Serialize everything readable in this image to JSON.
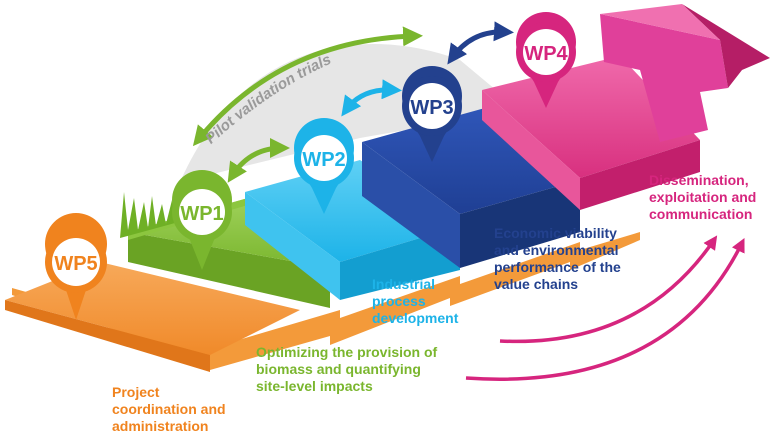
{
  "arc_label": "Pilot validation trials",
  "work_packages": [
    {
      "id": "WP5",
      "label_lines": [
        "Project",
        "coordination and",
        "administration"
      ],
      "color": "#f0831e"
    },
    {
      "id": "WP1",
      "label_lines": [
        "Optimizing the provision of",
        "biomass and quantifying",
        "site-level impacts"
      ],
      "color": "#7ab62e"
    },
    {
      "id": "WP2",
      "label_lines": [
        "Industrial",
        "process",
        "development"
      ],
      "color": "#1db3e8"
    },
    {
      "id": "WP3",
      "label_lines": [
        "Economic viability",
        "and environmental",
        "performance of the",
        "value chains"
      ],
      "color": "#23418e"
    },
    {
      "id": "WP4",
      "label_lines": [
        "Dissemination,",
        "exploitation and",
        "communication"
      ],
      "color": "#d6257e"
    }
  ]
}
